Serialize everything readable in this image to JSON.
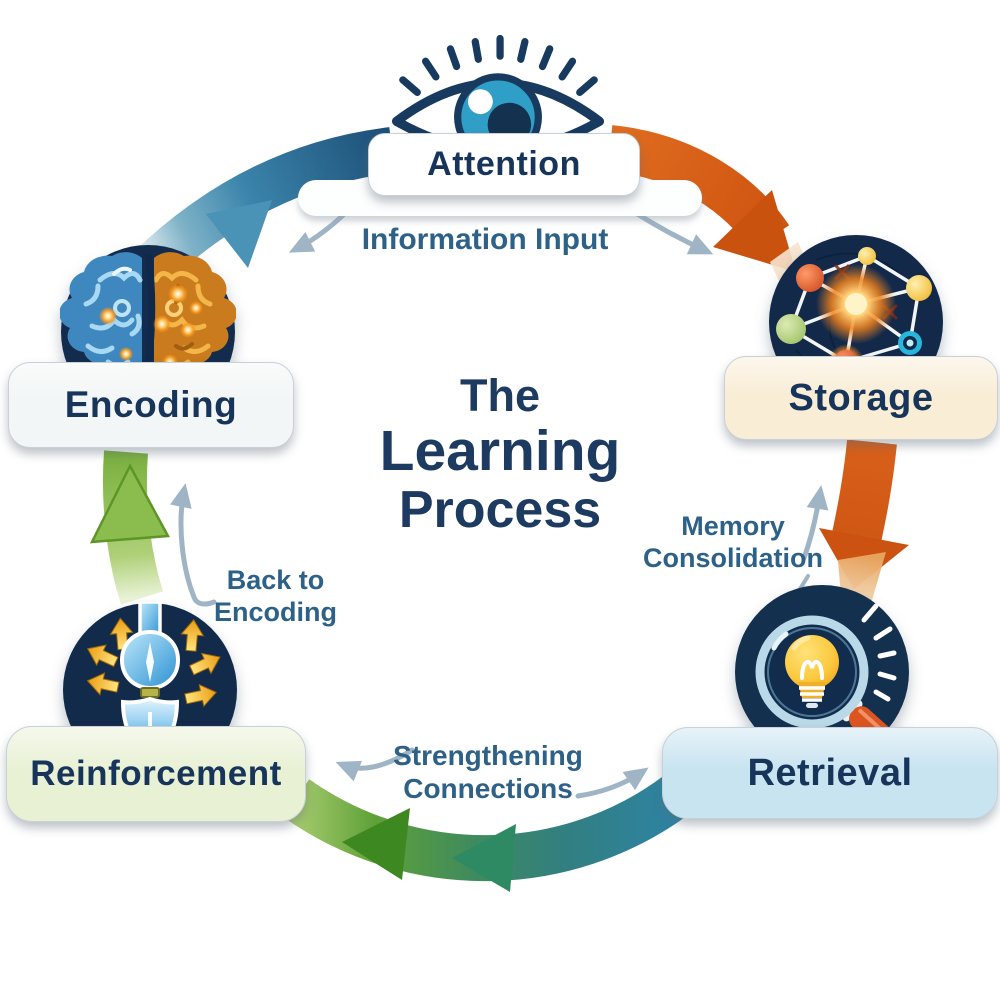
{
  "title": {
    "line1": "The",
    "line2": "Learning",
    "line3": "Process"
  },
  "nodes": {
    "attention": {
      "label": "Attention"
    },
    "storage": {
      "label": "Storage"
    },
    "retrieval": {
      "label": "Retrieval"
    },
    "reinforcement": {
      "label": "Reinforcement"
    },
    "encoding": {
      "label": "Encoding"
    }
  },
  "flow_labels": {
    "information_input": "Information Input",
    "memory_consolidation": "Memory Consolidation",
    "strengthening_connections": "Strengthening Connections",
    "back_to_encoding": "Back to Encoding"
  },
  "colors": {
    "navy_text": "#1d3a60",
    "label_blue": "#2d6187",
    "card_attention": "#ffffff",
    "card_encoding": "#f3f6f6",
    "card_storage": "#f9edd6",
    "card_retrieval": "#c9e4f1",
    "card_reinforcement": "#e9f1d5",
    "circle_navy": "#132c4e",
    "arrow_teal": "#2d7099",
    "arrow_orange": "#d45c16",
    "arrow_green": "#74ad3c",
    "arrow_bottom_teal": "#2e84a6",
    "thin_arrow_gray": "#9fb5c6"
  }
}
